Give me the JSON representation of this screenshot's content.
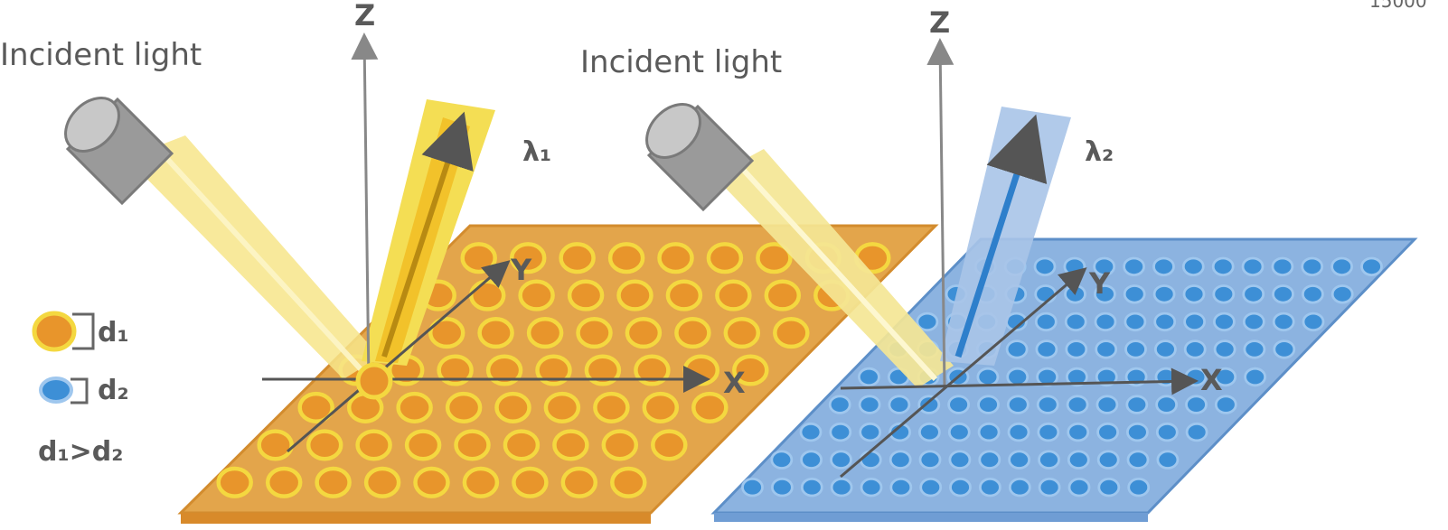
{
  "corner_text": "15000",
  "panels": [
    {
      "incident_label": "Incident light",
      "wavelength_label": "λ₁",
      "axis_z": "Z",
      "axis_x": "X",
      "axis_y": "Y",
      "plate_color": "#e3a54b",
      "dot_color": "#e8952b",
      "beam_color": "#f6e27a"
    },
    {
      "incident_label": "Incident light",
      "wavelength_label": "λ₂",
      "axis_z": "Z",
      "axis_x": "X",
      "axis_y": "Y",
      "plate_color": "#8cb3e0",
      "dot_color": "#3d8fd6",
      "beam_color": "#a9c4e8"
    }
  ],
  "legend": {
    "d1": "d₁",
    "d2": "d₂",
    "relation": "d₁>d₂"
  }
}
